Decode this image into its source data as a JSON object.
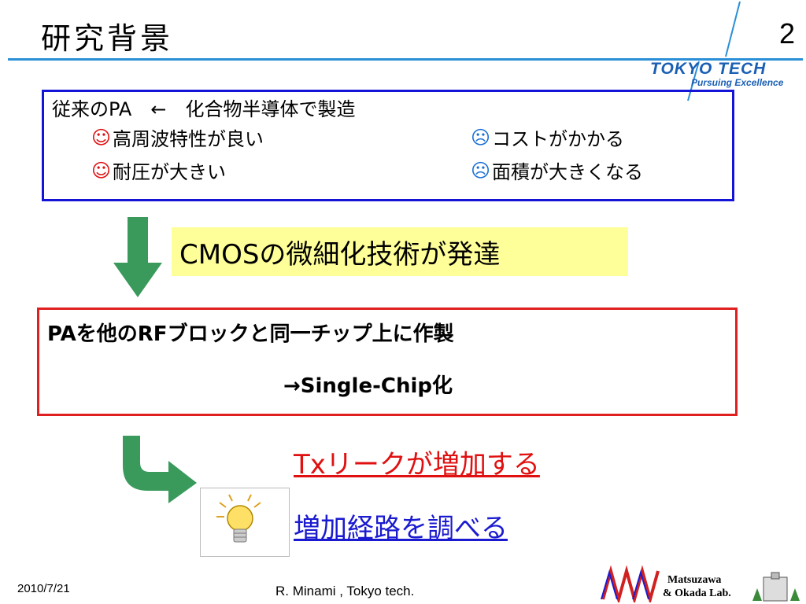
{
  "slide": {
    "title": "研究背景",
    "page_number": "2",
    "logo": {
      "main": "TOKYO TECH",
      "sub": "Pursuing Excellence"
    }
  },
  "box_blue": {
    "line1": "従来のPA　←　化合物半導体で製造",
    "pros": [
      "高周波特性が良い",
      "耐圧が大きい"
    ],
    "cons": [
      "コストがかかる",
      "面積が大きくなる"
    ],
    "pro_symbol": "☺",
    "con_symbol": "☹"
  },
  "cmos_text": "CMOSの微細化技術が発達",
  "box_red": {
    "line1": "PAを他のRFブロックと同一チップ上に作製",
    "line2": "→Single-Chip化"
  },
  "tx_leak": "Txリークが増加する",
  "investigate": "増加経路を調べる",
  "footer": {
    "date": "2010/7/21",
    "author": "R. Minami , Tokyo tech.",
    "lab_line1": "Matsuzawa",
    "lab_line2": "& Okada Lab."
  },
  "colors": {
    "title_rule": "#2a8fd6",
    "blue_box": "#1414d8",
    "red_box": "#e02020",
    "arrow_green": "#3a9a5c",
    "highlight": "#ffff99"
  },
  "icons": [
    "down-arrow-icon",
    "curved-arrow-icon",
    "lightbulb-icon",
    "smile-icon",
    "frown-icon",
    "lab-logo-icon",
    "building-icon"
  ]
}
